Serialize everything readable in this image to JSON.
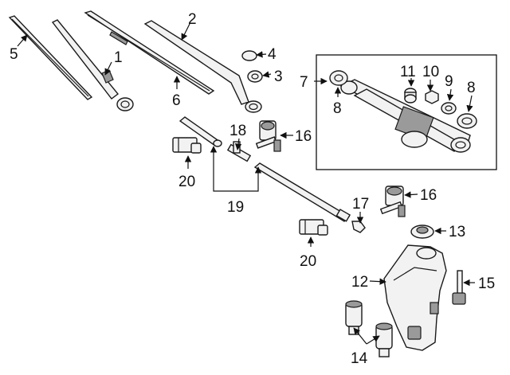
{
  "callouts": {
    "c1": "1",
    "c2": "2",
    "c3": "3",
    "c4": "4",
    "c5": "5",
    "c6": "6",
    "c7": "7",
    "c8a": "8",
    "c8b": "8",
    "c9": "9",
    "c10": "10",
    "c11": "11",
    "c12": "12",
    "c13": "13",
    "c14": "14",
    "c15": "15",
    "c16a": "16",
    "c16b": "16",
    "c17": "17",
    "c18": "18",
    "c19": "19",
    "c20a": "20",
    "c20b": "20"
  }
}
